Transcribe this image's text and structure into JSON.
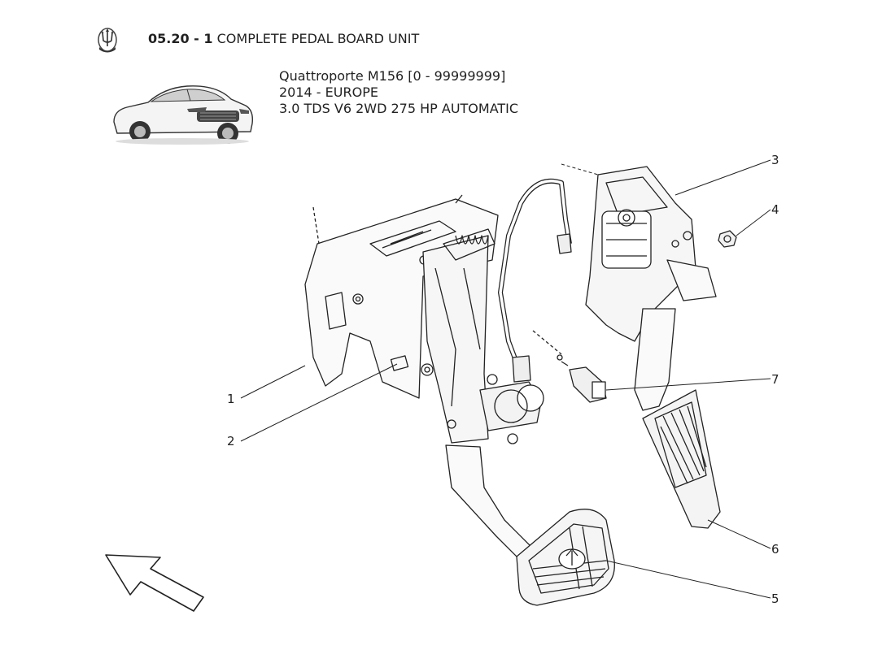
{
  "header": {
    "section_code": "05.20 - 1",
    "section_title": "COMPLETE PEDAL BOARD UNIT"
  },
  "model": {
    "line1": "Quattroporte M156 [0 - 99999999]",
    "line2": "2014 - EUROPE",
    "line3": "3.0 TDS V6 2WD 275 HP AUTOMATIC"
  },
  "callouts": [
    "1",
    "2",
    "3",
    "4",
    "5",
    "6",
    "7"
  ],
  "icons": {
    "logo": "maserati-trident-logo",
    "car": "car-thumbnail-icon",
    "direction": "direction-arrow-icon"
  }
}
